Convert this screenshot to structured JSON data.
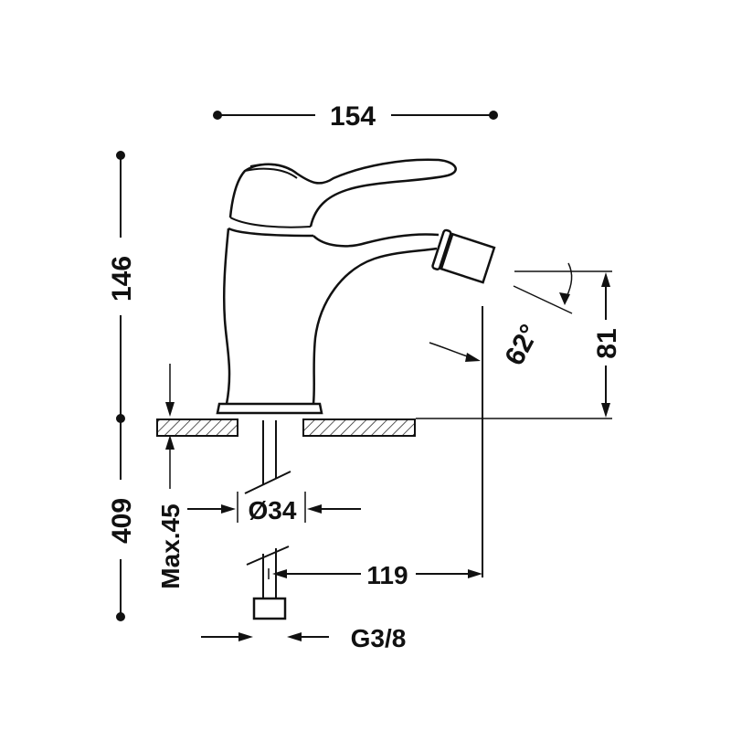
{
  "dimensions": {
    "overall_width": "154",
    "height_above_deck": "146",
    "spout_height": "81",
    "spout_angle": "62°",
    "supply_length": "409",
    "max_deck_thickness": "Max.45",
    "hole_diameter": "Ø34",
    "spout_reach": "119",
    "connection_thread": "G3/8"
  },
  "colors": {
    "line": "#111111",
    "background": "#ffffff"
  }
}
